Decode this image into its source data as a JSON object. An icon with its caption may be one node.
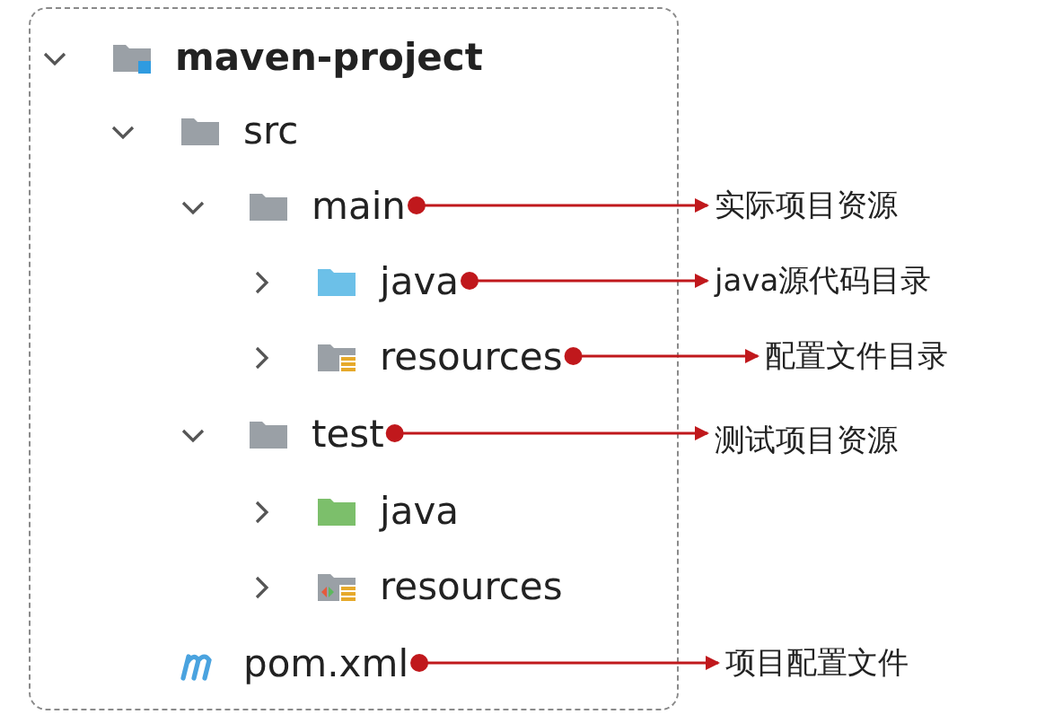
{
  "diagram": {
    "nodes": [
      {
        "text": [],
        "shape": "box"
      },
      {
        "text": [
          "maven-project"
        ],
        "in": 0
      },
      {
        "text": [
          "src"
        ],
        "in": 0
      },
      {
        "text": [
          "main"
        ],
        "in": 0
      },
      {
        "text": [
          "java"
        ],
        "in": 0
      },
      {
        "text": [
          "resources"
        ],
        "in": 0
      },
      {
        "text": [
          "test"
        ],
        "in": 0
      },
      {
        "text": [
          "java"
        ],
        "in": 0
      },
      {
        "text": [
          "resources"
        ],
        "in": 0
      },
      {
        "text": [
          "pom.xml"
        ],
        "in": 0
      },
      {
        "text": [
          "实际项目资源"
        ]
      },
      {
        "text": [
          "java源代码目录"
        ]
      },
      {
        "text": [
          "配置文件目录"
        ]
      },
      {
        "text": [
          "测试项目资源"
        ]
      },
      {
        "text": [
          "项目配置文件"
        ]
      }
    ],
    "edges": [
      {
        "from": 3,
        "to": 10,
        "arrow": "to"
      },
      {
        "from": 4,
        "to": 11,
        "arrow": "to"
      },
      {
        "from": 5,
        "to": 12,
        "arrow": "to"
      },
      {
        "from": 6,
        "to": 13,
        "arrow": "to"
      },
      {
        "from": 9,
        "to": 14,
        "arrow": "to"
      }
    ]
  }
}
